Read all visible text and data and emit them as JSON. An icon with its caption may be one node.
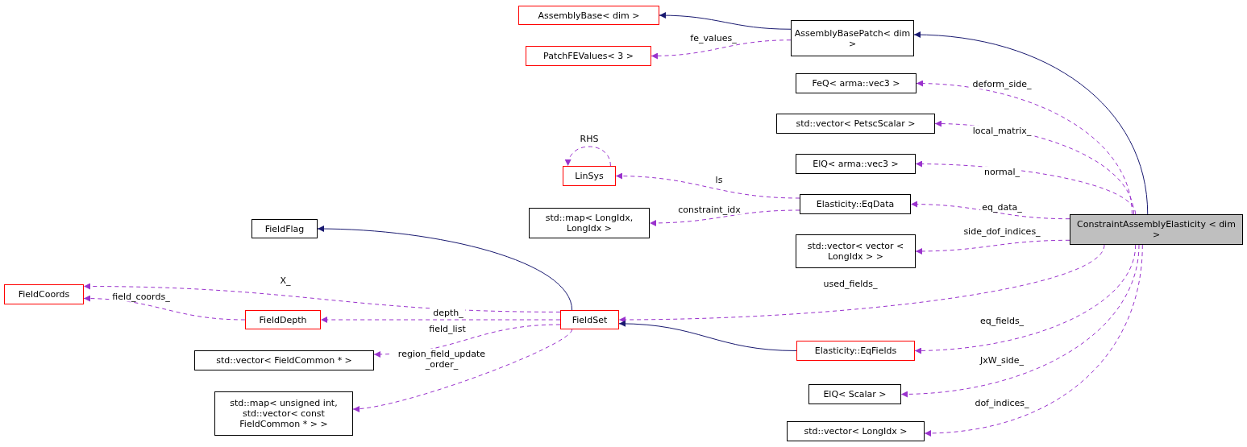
{
  "diagram": {
    "nodes": [
      {
        "text": [
          "AssemblyBase< dim >"
        ]
      },
      {
        "text": [
          "AssemblyBasePatch< dim >"
        ]
      },
      {
        "text": [
          "PatchFEValues< 3 >"
        ]
      },
      {
        "text": [
          "FeQ< arma::vec3 >"
        ]
      },
      {
        "text": [
          "std::vector< PetscScalar >"
        ]
      },
      {
        "text": [
          "LinSys"
        ]
      },
      {
        "text": [
          "ElQ< arma::vec3 >"
        ]
      },
      {
        "text": [
          "Elasticity::EqData"
        ]
      },
      {
        "text": [
          "std::map< LongIdx, LongIdx >"
        ]
      },
      {
        "text": [
          "FieldFlag"
        ]
      },
      {
        "text": [
          "ConstraintAssemblyElasticity < dim >"
        ]
      },
      {
        "text": [
          "std::vector< vector < LongIdx > >"
        ]
      },
      {
        "text": [
          "FieldCoords"
        ]
      },
      {
        "text": [
          "FieldDepth"
        ]
      },
      {
        "text": [
          "FieldSet"
        ]
      },
      {
        "text": [
          "std::vector< FieldCommon * >"
        ]
      },
      {
        "text": [
          "Elasticity::EqFields"
        ]
      },
      {
        "text": [
          "ElQ< Scalar >"
        ]
      },
      {
        "text": [
          "std::map< unsigned int, std::vector< const FieldCommon * > >"
        ]
      },
      {
        "text": [
          "std::vector< LongIdx >"
        ]
      }
    ],
    "edges": [
      {
        "from": 1,
        "to": 0,
        "arrow": "to",
        "color": "#191970"
      },
      {
        "from": 10,
        "to": 1,
        "arrow": "to",
        "color": "#191970"
      },
      {
        "from": 1,
        "to": 2,
        "arrow": "to",
        "style": "dashed",
        "label": "fe_values_"
      },
      {
        "from": 10,
        "to": 3,
        "arrow": "to",
        "style": "dashed",
        "label": "deform_side_"
      },
      {
        "from": 10,
        "to": 4,
        "arrow": "to",
        "style": "dashed",
        "label": "local_matrix_"
      },
      {
        "from": 10,
        "to": 6,
        "arrow": "to",
        "style": "dashed",
        "label": "normal_"
      },
      {
        "from": 10,
        "to": 7,
        "arrow": "to",
        "style": "dashed",
        "label": "eq_data_"
      },
      {
        "from": 10,
        "to": 11,
        "arrow": "to",
        "style": "dashed",
        "label": "side_dof_indices_"
      },
      {
        "from": 10,
        "to": 14,
        "arrow": "to",
        "style": "dashed",
        "label": "used_fields_"
      },
      {
        "from": 10,
        "to": 16,
        "arrow": "to",
        "style": "dashed",
        "label": "eq_fields_"
      },
      {
        "from": 10,
        "to": 17,
        "arrow": "to",
        "style": "dashed",
        "label": "JxW_side_"
      },
      {
        "from": 10,
        "to": 19,
        "arrow": "to",
        "style": "dashed",
        "label": "dof_indices_"
      },
      {
        "from": 7,
        "to": 5,
        "arrow": "to",
        "style": "dashed",
        "label": "ls"
      },
      {
        "from": 7,
        "to": 8,
        "arrow": "to",
        "style": "dashed",
        "label": "constraint_idx"
      },
      {
        "from": 5,
        "to": 5,
        "arrow": "to",
        "style": "dashed",
        "label": "RHS"
      },
      {
        "from": 14,
        "to": 9,
        "arrow": "to",
        "color": "#191970"
      },
      {
        "from": 14,
        "to": 12,
        "arrow": "to",
        "style": "dashed",
        "label": "X_"
      },
      {
        "from": 13,
        "to": 12,
        "arrow": "to",
        "style": "dashed",
        "label": "field_coords_"
      },
      {
        "from": 14,
        "to": 13,
        "arrow": "to",
        "style": "dashed",
        "label": "depth_"
      },
      {
        "from": 14,
        "to": 15,
        "arrow": "to",
        "style": "dashed",
        "label": "field_list"
      },
      {
        "from": 14,
        "to": 18,
        "arrow": "to",
        "style": "dashed",
        "label": "region_field_update _order_"
      },
      {
        "from": 16,
        "to": 14,
        "arrow": "to",
        "color": "#191970"
      }
    ]
  }
}
